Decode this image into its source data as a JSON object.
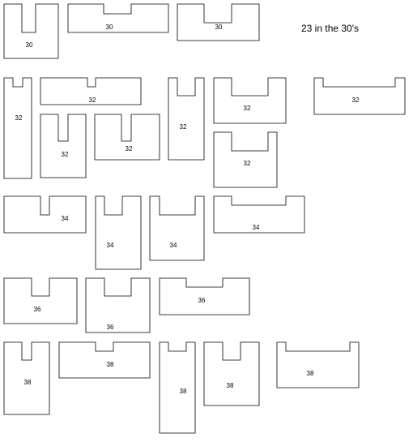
{
  "title": "23 in the 30's",
  "colors": {
    "stroke": "#000000",
    "fill": "#ffffff",
    "text": "#000000"
  },
  "groups": [
    {
      "label": "30",
      "shapes": [
        {
          "label": "30"
        },
        {
          "label": "30"
        },
        {
          "label": "30"
        }
      ]
    },
    {
      "label": "32",
      "shapes": [
        {
          "label": "32"
        },
        {
          "label": "32"
        },
        {
          "label": "32"
        },
        {
          "label": "32"
        },
        {
          "label": "32"
        },
        {
          "label": "32"
        },
        {
          "label": "32"
        },
        {
          "label": "32"
        }
      ]
    },
    {
      "label": "34",
      "shapes": [
        {
          "label": "34"
        },
        {
          "label": "34"
        },
        {
          "label": "34"
        },
        {
          "label": "34"
        }
      ]
    },
    {
      "label": "36",
      "shapes": [
        {
          "label": "36"
        },
        {
          "label": "36"
        },
        {
          "label": "36"
        }
      ]
    },
    {
      "label": "38",
      "shapes": [
        {
          "label": "38"
        },
        {
          "label": "38"
        },
        {
          "label": "38"
        },
        {
          "label": "38"
        },
        {
          "label": "38"
        }
      ]
    }
  ]
}
